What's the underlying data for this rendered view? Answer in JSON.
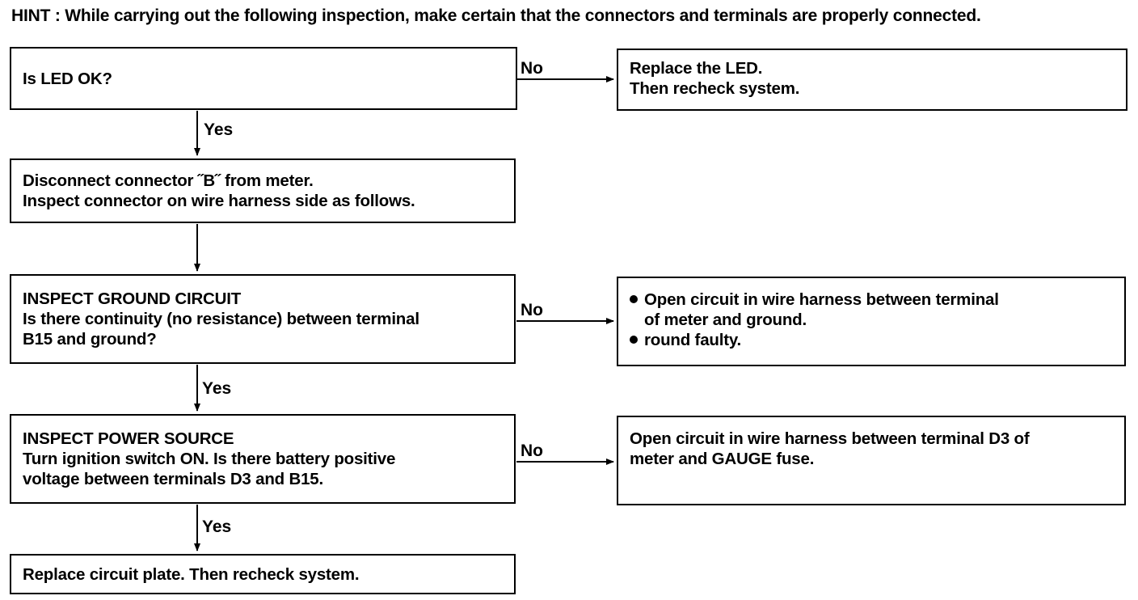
{
  "hint": "HINT : While carrying out the following inspection, make certain that the connectors and terminals are properly connected.",
  "steps": [
    {
      "lines": [
        "Is LED OK?"
      ],
      "no_label": "No",
      "yes_label": "Yes",
      "no_result": [
        "Replace the LED.",
        "Then recheck system."
      ]
    },
    {
      "lines": [
        "Disconnect connector ˝B˝  from meter.",
        "Inspect connector on wire harness side as follows."
      ]
    },
    {
      "title": "INSPECT GROUND CIRCUIT",
      "lines": [
        "Is there  continuity (no resistance) between terminal",
        "B15 and ground?"
      ],
      "no_label": "No",
      "yes_label": "Yes",
      "no_result_bullets": [
        {
          "text": "Open circuit in wire harness between terminal",
          "cont": "of meter and ground."
        },
        {
          "text": "round faulty."
        }
      ]
    },
    {
      "title": "INSPECT POWER SOURCE",
      "lines": [
        "Turn ignition switch ON. Is there battery positive",
        "voltage between terminals D3 and B15."
      ],
      "no_label": "No",
      "yes_label": "Yes",
      "no_result": [
        "Open circuit in wire harness between terminal D3 of",
        "meter and GAUGE fuse."
      ]
    },
    {
      "lines": [
        "Replace circuit plate. Then recheck system."
      ]
    }
  ]
}
